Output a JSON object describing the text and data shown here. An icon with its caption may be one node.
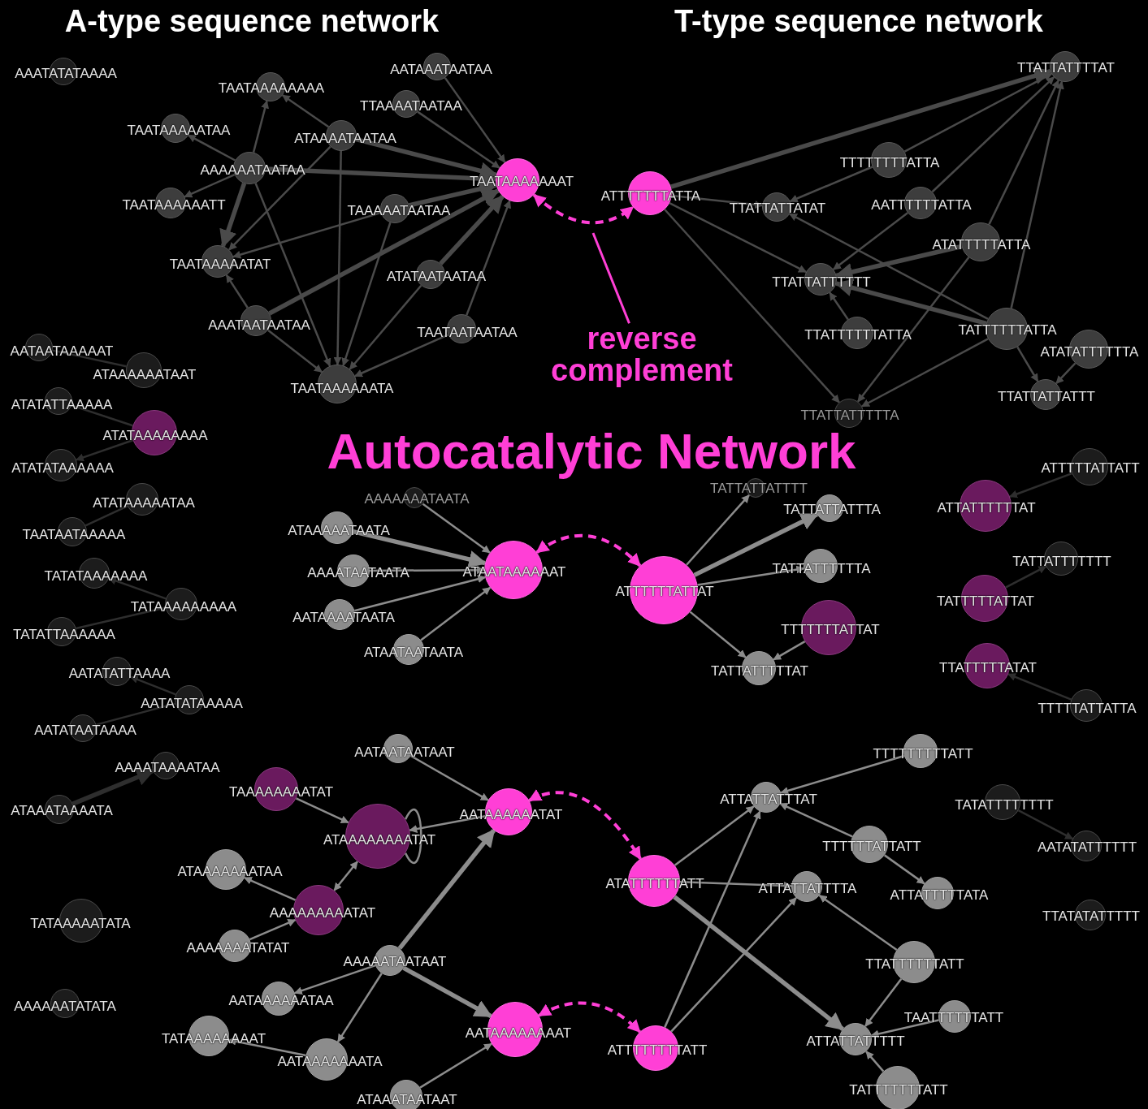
{
  "diagram": {
    "nodes": [
      {
        "text": [
          "AAATATATAAAA"
        ]
      },
      {
        "text": [
          "TAATAAAAAAAA"
        ]
      },
      {
        "text": [
          "AATAAATAATAA"
        ]
      },
      {
        "text": [
          "TTAAAATAATAA"
        ]
      },
      {
        "text": [
          "TAATAAAAATAA"
        ]
      },
      {
        "text": [
          "ATAAAATAATAA"
        ]
      },
      {
        "text": [
          "AAAAAATAATAA"
        ]
      },
      {
        "text": [
          "TAATAAAAAAAT"
        ]
      },
      {
        "text": [
          "TAATAAAAAATT"
        ]
      },
      {
        "text": [
          "TAAAAATAATAA"
        ]
      },
      {
        "text": [
          "TAATAAAAATAT"
        ]
      },
      {
        "text": [
          "ATATAATAATAA"
        ]
      },
      {
        "text": [
          "AAATAATAATAA"
        ]
      },
      {
        "text": [
          "TAATAATAATAA"
        ]
      },
      {
        "text": [
          "TAATAAAAAATA"
        ]
      },
      {
        "text": [
          "ATTTTTTTATTA"
        ]
      },
      {
        "text": [
          "TTATTATTTTAT"
        ]
      },
      {
        "text": [
          "TTTTTTTTATTA"
        ]
      },
      {
        "text": [
          "TTATTATTATAT"
        ]
      },
      {
        "text": [
          "AATTTTTTATTA"
        ]
      },
      {
        "text": [
          "ATATTTTTATTA"
        ]
      },
      {
        "text": [
          "TTATTATTTTTT"
        ]
      },
      {
        "text": [
          "TTATTTTTTATTA"
        ]
      },
      {
        "text": [
          "TATTTTTTATTA"
        ]
      },
      {
        "text": [
          "ATATATTTTTTA"
        ]
      },
      {
        "text": [
          "TTATTATTATTT"
        ]
      },
      {
        "text": [
          "TTATTATTTTTA"
        ]
      },
      {
        "text": [
          "AATAATAAAAAT"
        ]
      },
      {
        "text": [
          "ATAAAAAATAAT"
        ]
      },
      {
        "text": [
          "ATATATTAAAAA"
        ]
      },
      {
        "text": [
          "ATATAAAAAAAA"
        ]
      },
      {
        "text": [
          "ATATATAAAAAA"
        ]
      },
      {
        "text": [
          "ATATAAAAATAA"
        ]
      },
      {
        "text": [
          "TAATAATAAAAA"
        ]
      },
      {
        "text": [
          "TATATAAAAAAA"
        ]
      },
      {
        "text": [
          "TATAAAAAAAAA"
        ]
      },
      {
        "text": [
          "TATATTAAAAAA"
        ]
      },
      {
        "text": [
          "AATATATTAAAA"
        ]
      },
      {
        "text": [
          "AATATATAAAAA"
        ]
      },
      {
        "text": [
          "AATATAATAAAA"
        ]
      },
      {
        "text": [
          "AAAAAAATAATA"
        ]
      },
      {
        "text": [
          "ATAAAAATAATA"
        ]
      },
      {
        "text": [
          "AAAATAATAATA"
        ]
      },
      {
        "text": [
          "AATAAAATAATA"
        ]
      },
      {
        "text": [
          "ATAATAATAATA"
        ]
      },
      {
        "text": [
          "ATAATAAAAAAT"
        ]
      },
      {
        "text": [
          "ATTTTTTATTAT"
        ]
      },
      {
        "text": [
          "TATTATTATTTT"
        ]
      },
      {
        "text": [
          "TATTATTATTTA"
        ]
      },
      {
        "text": [
          "TATTATTTTTTA"
        ]
      },
      {
        "text": [
          "TTTTTTTATTAT"
        ]
      },
      {
        "text": [
          "TATTATTTTTAT"
        ]
      },
      {
        "text": [
          "ATTTTTATTATT"
        ]
      },
      {
        "text": [
          "ATTATTTTTTAT"
        ]
      },
      {
        "text": [
          "TATTATTTTTTT"
        ]
      },
      {
        "text": [
          "TATTTTTATTAT"
        ]
      },
      {
        "text": [
          "TTATTTTTATAT"
        ]
      },
      {
        "text": [
          "TTTTTATTATTA"
        ]
      },
      {
        "text": [
          "AAAATAAAATAA"
        ]
      },
      {
        "text": [
          "ATAAATAAAATA"
        ]
      },
      {
        "text": [
          "AATAATAATAAT"
        ]
      },
      {
        "text": [
          "TAAAAAAAATAT"
        ]
      },
      {
        "text": [
          "ATAAAAAAAATAT"
        ]
      },
      {
        "text": [
          "AATAAAAAATAT"
        ]
      },
      {
        "text": [
          "ATAAAAAAATAA"
        ]
      },
      {
        "text": [
          "TATAAAAATATA"
        ]
      },
      {
        "text": [
          "AAAAAAAAATAT"
        ]
      },
      {
        "text": [
          "AAAAAAATATAT"
        ]
      },
      {
        "text": [
          "AAAAATAATAAT"
        ]
      },
      {
        "text": [
          "AAAAAATATATA"
        ]
      },
      {
        "text": [
          "AATAAAAAATAA"
        ]
      },
      {
        "text": [
          "TATAAAAAAAAT"
        ]
      },
      {
        "text": [
          "AATAAAAAAATA"
        ]
      },
      {
        "text": [
          "AATAAAAAAAAT"
        ]
      },
      {
        "text": [
          "ATAAATAATAAT"
        ]
      },
      {
        "text": [
          "TTTTTTTTTATT"
        ]
      },
      {
        "text": [
          "ATTATTATTTAT"
        ]
      },
      {
        "text": [
          "TATATTTTTTTT"
        ]
      },
      {
        "text": [
          "TTTTTTATTATT"
        ]
      },
      {
        "text": [
          "AATATATTTTTT"
        ]
      },
      {
        "text": [
          "ATATTTTTTATT"
        ]
      },
      {
        "text": [
          "ATTATTATTTTA"
        ]
      },
      {
        "text": [
          "ATTATTTTTATA"
        ]
      },
      {
        "text": [
          "TTATATATTTTT"
        ]
      },
      {
        "text": [
          "TTATTTTTTATT"
        ]
      },
      {
        "text": [
          "TAATTTTTTATT"
        ]
      },
      {
        "text": [
          "ATTATTATTTTT"
        ]
      },
      {
        "text": [
          "ATTTTTTTTATT"
        ]
      },
      {
        "text": [
          "TATTTTTTTATT"
        ]
      },
      {
        "text": [
          "reverse complement"
        ]
      }
    ],
    "edges": [
      {
        "from": 2,
        "to": 7,
        "arrow": "to"
      },
      {
        "from": 3,
        "to": 7,
        "arrow": "to"
      },
      {
        "from": 5,
        "to": 7,
        "arrow": "to",
        "style": "thick"
      },
      {
        "from": 6,
        "to": 7,
        "arrow": "to",
        "style": "thick"
      },
      {
        "from": 9,
        "to": 7,
        "arrow": "to",
        "style": "thick"
      },
      {
        "from": 11,
        "to": 7,
        "arrow": "to",
        "style": "thick"
      },
      {
        "from": 12,
        "to": 7,
        "arrow": "to",
        "style": "thick"
      },
      {
        "from": 13,
        "to": 7,
        "arrow": "to"
      },
      {
        "from": 5,
        "to": 1,
        "arrow": "to"
      },
      {
        "from": 6,
        "to": 1,
        "arrow": "to"
      },
      {
        "from": 6,
        "to": 4,
        "arrow": "to"
      },
      {
        "from": 6,
        "to": 8,
        "arrow": "to"
      },
      {
        "from": 6,
        "to": 10,
        "arrow": "to",
        "style": "thick"
      },
      {
        "from": 5,
        "to": 10,
        "arrow": "to"
      },
      {
        "from": 9,
        "to": 10,
        "arrow": "to"
      },
      {
        "from": 12,
        "to": 10,
        "arrow": "to"
      },
      {
        "from": 6,
        "to": 14,
        "arrow": "to"
      },
      {
        "from": 5,
        "to": 14,
        "arrow": "to"
      },
      {
        "from": 9,
        "to": 14,
        "arrow": "to"
      },
      {
        "from": 11,
        "to": 14,
        "arrow": "to"
      },
      {
        "from": 12,
        "to": 14,
        "arrow": "to"
      },
      {
        "from": 13,
        "to": 14,
        "arrow": "to"
      },
      {
        "from": 7,
        "to": 15,
        "arrow": "both",
        "style": "dashed",
        "color": "#ff3fd6"
      },
      {
        "from": 15,
        "to": 16,
        "arrow": "to",
        "style": "thick"
      },
      {
        "from": 15,
        "to": 18,
        "arrow": "to"
      },
      {
        "from": 15,
        "to": 21,
        "arrow": "to"
      },
      {
        "from": 15,
        "to": 26,
        "arrow": "to"
      },
      {
        "from": 17,
        "to": 16,
        "arrow": "to"
      },
      {
        "from": 19,
        "to": 16,
        "arrow": "to"
      },
      {
        "from": 20,
        "to": 16,
        "arrow": "to"
      },
      {
        "from": 23,
        "to": 16,
        "arrow": "to"
      },
      {
        "from": 17,
        "to": 18,
        "arrow": "to"
      },
      {
        "from": 19,
        "to": 21,
        "arrow": "to"
      },
      {
        "from": 20,
        "to": 21,
        "arrow": "to",
        "style": "thick"
      },
      {
        "from": 23,
        "to": 21,
        "arrow": "to",
        "style": "thick"
      },
      {
        "from": 22,
        "to": 21,
        "arrow": "to"
      },
      {
        "from": 23,
        "to": 18,
        "arrow": "to"
      },
      {
        "from": 20,
        "to": 26,
        "arrow": "to"
      },
      {
        "from": 23,
        "to": 26,
        "arrow": "to"
      },
      {
        "from": 23,
        "to": 25,
        "arrow": "to"
      },
      {
        "from": 24,
        "to": 25,
        "arrow": "to"
      },
      {
        "from": 28,
        "to": 27,
        "arrow": "none",
        "color": "#2e2e2e"
      },
      {
        "from": 30,
        "to": 29,
        "arrow": "none",
        "color": "#2e2e2e"
      },
      {
        "from": 30,
        "to": 31,
        "arrow": "to",
        "color": "#2e2e2e"
      },
      {
        "from": 32,
        "to": 33,
        "arrow": "none",
        "color": "#2e2e2e"
      },
      {
        "from": 35,
        "to": 34,
        "arrow": "to",
        "color": "#2e2e2e"
      },
      {
        "from": 35,
        "to": 36,
        "arrow": "none",
        "color": "#2e2e2e"
      },
      {
        "from": 38,
        "to": 37,
        "arrow": "to",
        "color": "#2e2e2e"
      },
      {
        "from": 38,
        "to": 39,
        "arrow": "none",
        "color": "#2e2e2e"
      },
      {
        "from": 40,
        "to": 45,
        "arrow": "to",
        "color": "#8c8c8c"
      },
      {
        "from": 41,
        "to": 45,
        "arrow": "to",
        "style": "thick",
        "color": "#8c8c8c"
      },
      {
        "from": 42,
        "to": 45,
        "arrow": "to",
        "color": "#8c8c8c"
      },
      {
        "from": 43,
        "to": 45,
        "arrow": "to",
        "color": "#8c8c8c"
      },
      {
        "from": 44,
        "to": 45,
        "arrow": "to",
        "color": "#8c8c8c"
      },
      {
        "from": 45,
        "to": 46,
        "arrow": "both",
        "style": "dashed",
        "color": "#ff3fd6"
      },
      {
        "from": 46,
        "to": 47,
        "arrow": "to",
        "color": "#8c8c8c"
      },
      {
        "from": 46,
        "to": 48,
        "arrow": "to",
        "style": "thick",
        "color": "#8c8c8c"
      },
      {
        "from": 46,
        "to": 49,
        "arrow": "to",
        "color": "#8c8c8c"
      },
      {
        "from": 46,
        "to": 51,
        "arrow": "to",
        "color": "#8c8c8c"
      },
      {
        "from": 50,
        "to": 51,
        "arrow": "to",
        "color": "#8c8c8c"
      },
      {
        "from": 52,
        "to": 53,
        "arrow": "to",
        "color": "#2e2e2e"
      },
      {
        "from": 55,
        "to": 54,
        "arrow": "to",
        "color": "#2e2e2e"
      },
      {
        "from": 57,
        "to": 56,
        "arrow": "to",
        "color": "#2e2e2e"
      },
      {
        "from": 59,
        "to": 58,
        "arrow": "to",
        "style": "thick",
        "color": "#2e2e2e"
      },
      {
        "from": 60,
        "to": 63,
        "arrow": "to",
        "color": "#8c8c8c"
      },
      {
        "from": 61,
        "to": 62,
        "arrow": "to",
        "color": "#8c8c8c"
      },
      {
        "from": 63,
        "to": 62,
        "arrow": "to",
        "color": "#8c8c8c"
      },
      {
        "from": 62,
        "to": 62,
        "arrow": "none",
        "color": "#8c8c8c"
      },
      {
        "from": 66,
        "to": 62,
        "arrow": "both",
        "color": "#8c8c8c"
      },
      {
        "from": 66,
        "to": 64,
        "arrow": "to",
        "color": "#8c8c8c"
      },
      {
        "from": 67,
        "to": 66,
        "arrow": "to",
        "color": "#8c8c8c"
      },
      {
        "from": 68,
        "to": 63,
        "arrow": "to",
        "style": "thick",
        "color": "#8c8c8c"
      },
      {
        "from": 68,
        "to": 73,
        "arrow": "to",
        "style": "thick",
        "color": "#8c8c8c"
      },
      {
        "from": 68,
        "to": 70,
        "arrow": "to",
        "color": "#8c8c8c"
      },
      {
        "from": 68,
        "to": 72,
        "arrow": "to",
        "color": "#8c8c8c"
      },
      {
        "from": 72,
        "to": 71,
        "arrow": "to",
        "color": "#8c8c8c"
      },
      {
        "from": 74,
        "to": 73,
        "arrow": "to",
        "color": "#8c8c8c"
      },
      {
        "from": 63,
        "to": 80,
        "arrow": "both",
        "style": "dashed",
        "color": "#ff3fd6"
      },
      {
        "from": 73,
        "to": 87,
        "arrow": "both",
        "style": "dashed",
        "color": "#ff3fd6"
      },
      {
        "from": 75,
        "to": 76,
        "arrow": "to",
        "color": "#8c8c8c"
      },
      {
        "from": 80,
        "to": 76,
        "arrow": "to",
        "color": "#8c8c8c"
      },
      {
        "from": 87,
        "to": 76,
        "arrow": "to",
        "color": "#8c8c8c"
      },
      {
        "from": 78,
        "to": 76,
        "arrow": "to",
        "color": "#8c8c8c"
      },
      {
        "from": 78,
        "to": 82,
        "arrow": "to",
        "color": "#8c8c8c"
      },
      {
        "from": 80,
        "to": 81,
        "arrow": "to",
        "color": "#8c8c8c"
      },
      {
        "from": 87,
        "to": 81,
        "arrow": "to",
        "color": "#8c8c8c"
      },
      {
        "from": 84,
        "to": 81,
        "arrow": "to",
        "color": "#8c8c8c"
      },
      {
        "from": 80,
        "to": 86,
        "arrow": "to",
        "style": "thick",
        "color": "#8c8c8c"
      },
      {
        "from": 84,
        "to": 86,
        "arrow": "to",
        "color": "#8c8c8c"
      },
      {
        "from": 85,
        "to": 86,
        "arrow": "to",
        "color": "#8c8c8c"
      },
      {
        "from": 88,
        "to": 86,
        "arrow": "to",
        "color": "#8c8c8c"
      },
      {
        "from": 77,
        "to": 79,
        "arrow": "to",
        "color": "#2e2e2e"
      },
      {
        "from": 89,
        "to": null,
        "arrow": "none",
        "color": "#ff3fd6"
      }
    ],
    "labels": [
      "A-type sequence network",
      "T-type sequence network",
      "Autocatalytic Network"
    ]
  }
}
